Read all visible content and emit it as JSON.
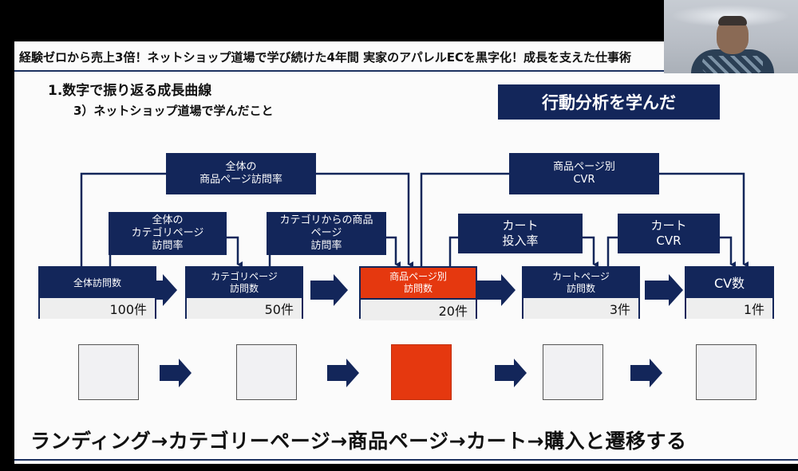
{
  "slide": {
    "title": "経験ゼロから売上3倍！ネットショップ道場で学び続けた4年間 実家のアパレルECを黒字化！成長を支えた仕事術",
    "heading1": "1.数字で振り返る成長曲線",
    "heading2": "3）ネットショップ道場で学んだこと",
    "banner": "行動分析を学んだ",
    "bottom_text": "ランディング→カテゴリーページ→商品ページ→カート→購入と遷移する"
  },
  "rates": {
    "overall_product_visit": "全体の\n商品ページ訪問率",
    "product_cvr": "商品ページ別\nCVR",
    "overall_category_visit": "全体の\nカテゴリページ\n訪問率",
    "category_to_product": "カテゴリからの商品\nページ\n訪問率",
    "cart_add": "カート\n投入率",
    "cart_cvr": "カート\nCVR"
  },
  "stages": [
    {
      "label": "全体訪問数",
      "count": "100件"
    },
    {
      "label": "カテゴリページ\n訪問数",
      "count": "50件"
    },
    {
      "label": "商品ページ別\n訪問数",
      "count": "20件"
    },
    {
      "label": "カートページ\n訪問数",
      "count": "3件"
    },
    {
      "label": "CV数",
      "count": "1件"
    }
  ],
  "colors": {
    "navy": "#13265a",
    "highlight": "#e5380f"
  }
}
